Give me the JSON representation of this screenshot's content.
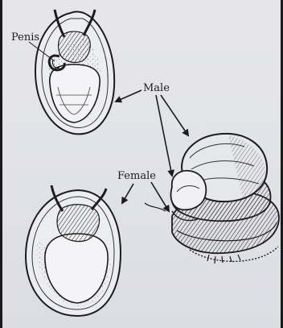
{
  "labels": {
    "penis": "Penis",
    "male": "Male",
    "female": "Female"
  },
  "colors": {
    "paper": "#e3e4e8",
    "ink": "#1c1c1c",
    "background": "#1a1a1a"
  }
}
